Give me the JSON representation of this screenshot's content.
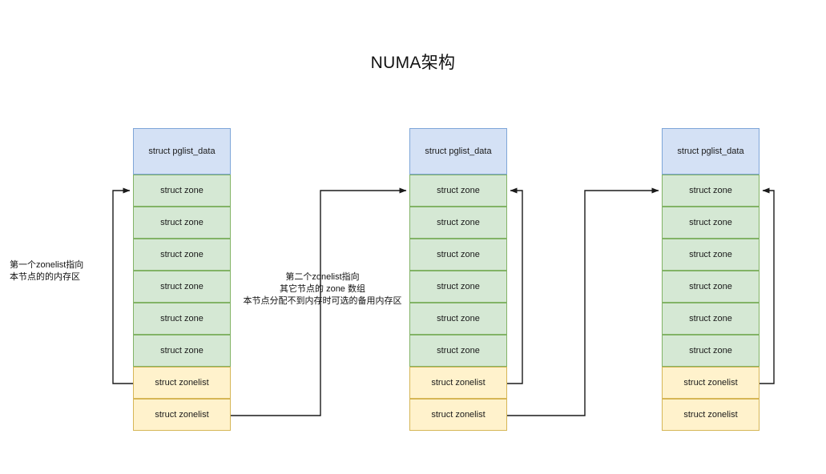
{
  "title": "NUMA架构",
  "labels": {
    "pglist_data": "struct  pglist_data",
    "zone": "struct zone",
    "zonelist": "struct zonelist"
  },
  "annotations": {
    "left": {
      "line1": "第一个zonelist指向",
      "line2": "本节点的的内存区"
    },
    "middle": {
      "line1": "第二个zonelist指向",
      "line2": "其它节点的 zone 数组",
      "line3": "本节点分配不到内存时可选的备用内存区"
    }
  },
  "colors": {
    "pglist_fill": "#d4e1f5",
    "pglist_stroke": "#7ea6d8",
    "zone_fill": "#d5e8d4",
    "zone_stroke": "#82b366",
    "zonelist_fill": "#fff2cc",
    "zonelist_stroke": "#d6b656",
    "connector": "#1a1a1a",
    "background": "#ffffff",
    "text": "#111111"
  },
  "nodes": [
    {
      "id": "node-1",
      "header": "struct  pglist_data",
      "zones": [
        "struct zone",
        "struct zone",
        "struct zone",
        "struct zone",
        "struct zone",
        "struct zone"
      ],
      "zonelists": [
        "struct zonelist",
        "struct zonelist"
      ]
    },
    {
      "id": "node-2",
      "header": "struct  pglist_data",
      "zones": [
        "struct zone",
        "struct zone",
        "struct zone",
        "struct zone",
        "struct zone",
        "struct zone"
      ],
      "zonelists": [
        "struct zonelist",
        "struct zonelist"
      ]
    },
    {
      "id": "node-3",
      "header": "struct  pglist_data",
      "zones": [
        "struct zone",
        "struct zone",
        "struct zone",
        "struct zone",
        "struct zone",
        "struct zone"
      ],
      "zonelists": [
        "struct zonelist",
        "struct zonelist"
      ]
    }
  ]
}
